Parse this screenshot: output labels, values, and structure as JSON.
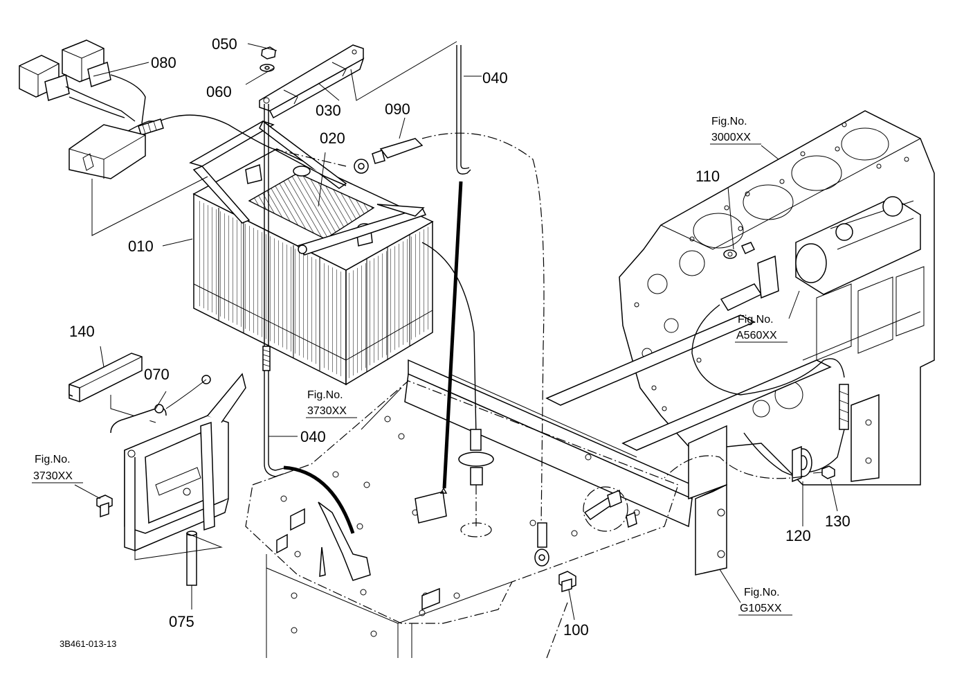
{
  "callouts": {
    "c010": "010",
    "c020": "020",
    "c030": "030",
    "c040a": "040",
    "c040b": "040",
    "c050": "050",
    "c060": "060",
    "c070": "070",
    "c075": "075",
    "c080": "080",
    "c090": "090",
    "c100": "100",
    "c110": "110",
    "c120": "120",
    "c130": "130",
    "c140": "140"
  },
  "figure_refs": {
    "fig_3000": {
      "label": "Fig.No.",
      "code": "3000XX"
    },
    "fig_a560": {
      "label": "Fig.No.",
      "code": "A560XX"
    },
    "fig_3730_center": {
      "label": "Fig.No.",
      "code": "3730XX"
    },
    "fig_3730_left": {
      "label": "Fig.No.",
      "code": "3730XX"
    },
    "fig_g105": {
      "label": "Fig.No.",
      "code": "G105XX"
    }
  },
  "drawing_code": "3B461-013-13"
}
